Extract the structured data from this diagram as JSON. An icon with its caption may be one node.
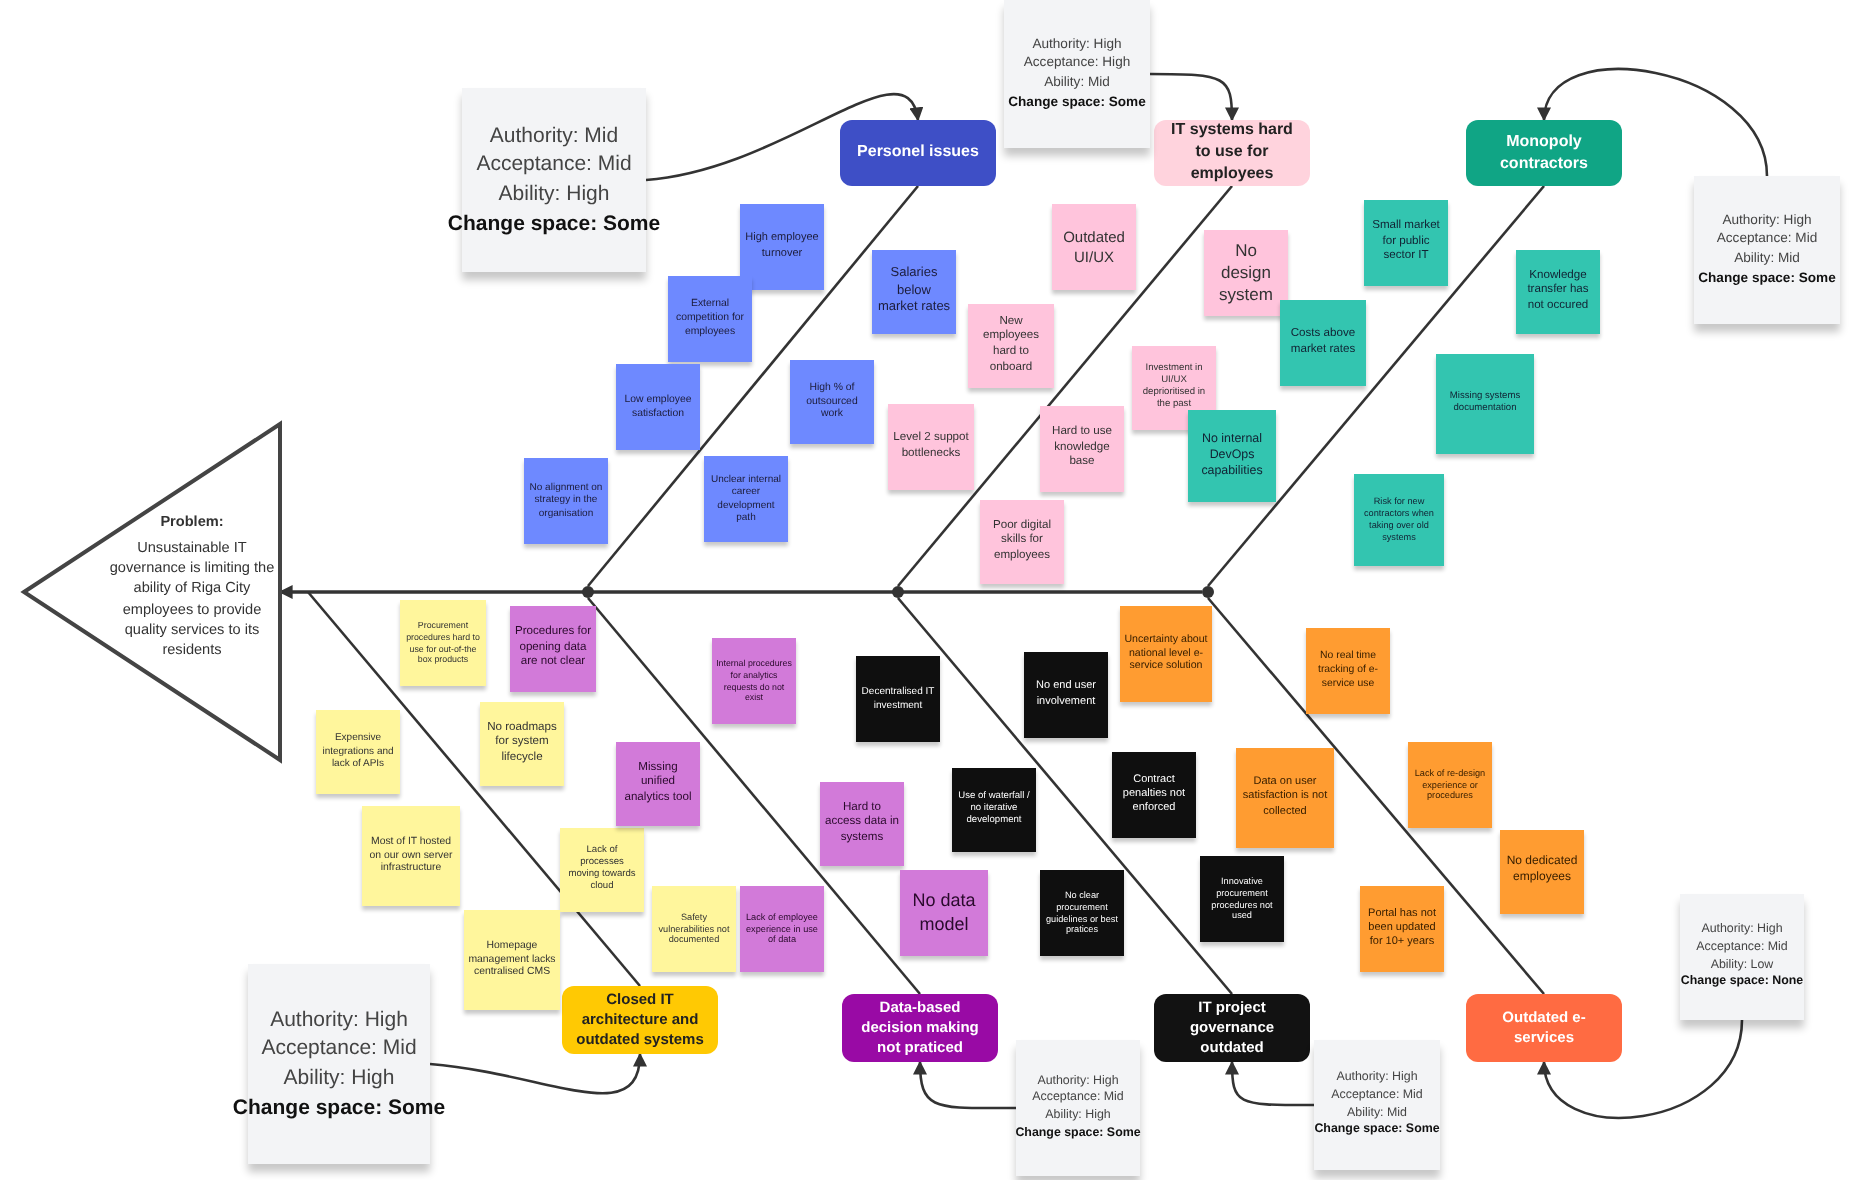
{
  "diagram": {
    "nodes": [
      {
        "text": [
          "Problem:",
          "Unsustainable IT governance is limiting the ability of Riga City employees to provide quality services to its residents"
        ]
      },
      {
        "text": [
          "Personel issues"
        ]
      },
      {
        "text": [
          "IT systems hard to use for employees"
        ]
      },
      {
        "text": [
          "Monopoly contractors"
        ]
      },
      {
        "text": [
          "Closed IT architecture and outdated systems"
        ]
      },
      {
        "text": [
          "Data-based decision making not praticed"
        ]
      },
      {
        "text": [
          "IT project governance outdated"
        ]
      },
      {
        "text": [
          "Outdated e-services"
        ]
      },
      {
        "text": [
          "Authority: Mid",
          "Acceptance: Mid",
          "Ability: High",
          "Change space: Some"
        ]
      },
      {
        "text": [
          "Authority: High",
          "Acceptance:  High",
          "Ability: Mid",
          "Change space: Some"
        ]
      },
      {
        "text": [
          "Authority: High",
          "Acceptance:  Mid",
          "Ability: Mid",
          "Change space: Some"
        ]
      },
      {
        "text": [
          "Authority: High",
          "Acceptance: Mid",
          "Ability: High",
          "Change space: Some"
        ]
      },
      {
        "text": [
          "Authority: High",
          "Acceptance: Mid",
          "Ability: High",
          "Change space: Some"
        ]
      },
      {
        "text": [
          "Authority: High",
          "Acceptance: Mid",
          "Ability: Mid",
          "Change space: Some"
        ]
      },
      {
        "text": [
          "Authority: High",
          "Acceptance: Mid",
          "Ability: Low",
          "Change space: None"
        ]
      },
      {
        "text": [
          "High employee turnover"
        ]
      },
      {
        "text": [
          "Salaries below market rates"
        ]
      },
      {
        "text": [
          "External competition for employees"
        ]
      },
      {
        "text": [
          "Low employee satisfaction"
        ]
      },
      {
        "text": [
          "High % of outsourced work"
        ]
      },
      {
        "text": [
          "No alignment on strategy in the organisation"
        ]
      },
      {
        "text": [
          "Unclear internal career development path"
        ]
      },
      {
        "text": [
          "Outdated UI/UX"
        ]
      },
      {
        "text": [
          "No design system"
        ]
      },
      {
        "text": [
          "New employees hard to onboard"
        ]
      },
      {
        "text": [
          "Investment in UI/UX deprioritised in the past"
        ]
      },
      {
        "text": [
          "Level 2 suppot bottlenecks"
        ]
      },
      {
        "text": [
          "Hard to use knowledge base"
        ]
      },
      {
        "text": [
          "Poor digital skills for employees"
        ]
      },
      {
        "text": [
          "Small market for public sector IT"
        ]
      },
      {
        "text": [
          "Knowledge transfer has not occured"
        ]
      },
      {
        "text": [
          "Costs above market rates"
        ]
      },
      {
        "text": [
          "Missing systems documentation"
        ]
      },
      {
        "text": [
          "No internal DevOps capabilities"
        ]
      },
      {
        "text": [
          "Risk for new contractors when taking over old systems"
        ]
      },
      {
        "text": [
          "Procurement procedures hard to use for out-of-the box products"
        ]
      },
      {
        "text": [
          "Expensive integrations and lack of APIs"
        ]
      },
      {
        "text": [
          "No roadmaps for system lifecycle"
        ]
      },
      {
        "text": [
          "Most of IT hosted on our own server infrastructure"
        ]
      },
      {
        "text": [
          "Lack of processes moving towards cloud"
        ]
      },
      {
        "text": [
          "Homepage management lacks centralised CMS"
        ]
      },
      {
        "text": [
          "Safety vulnerabilities not documented"
        ]
      },
      {
        "text": [
          "Procedures for opening data are not clear"
        ]
      },
      {
        "text": [
          "Internal procedures for analytics requests do not exist"
        ]
      },
      {
        "text": [
          "Missing unified analytics tool"
        ]
      },
      {
        "text": [
          "Hard to access data in systems"
        ]
      },
      {
        "text": [
          "No data model"
        ]
      },
      {
        "text": [
          "Lack of employee experience in use of data"
        ]
      },
      {
        "text": [
          "Decentralised IT investment"
        ]
      },
      {
        "text": [
          "No end user involvement"
        ]
      },
      {
        "text": [
          "Use of waterfall / no iterative development"
        ]
      },
      {
        "text": [
          "Contract penalties not enforced"
        ]
      },
      {
        "text": [
          "No clear procurement guidelines or best pratices"
        ]
      },
      {
        "text": [
          "Innovative procurement procedures not used"
        ]
      },
      {
        "text": [
          "Uncertainty about national level e-service solution"
        ]
      },
      {
        "text": [
          "No real time tracking of e-service use"
        ]
      },
      {
        "text": [
          "Data on user satisfaction is not collected"
        ]
      },
      {
        "text": [
          "Lack of re-design experience or procedures"
        ]
      },
      {
        "text": [
          "No dedicated employees"
        ]
      },
      {
        "text": [
          "Portal has not been updated for 10+ years"
        ]
      },
      {
        "text": [],
        "shape": "circle"
      },
      {
        "text": [],
        "shape": "circle"
      },
      {
        "text": [],
        "shape": "circle"
      }
    ],
    "edges": [
      {
        "from": 62,
        "to": 0,
        "arrow": "to"
      },
      {
        "from": 1,
        "to": 60,
        "arrow": "none"
      },
      {
        "from": 2,
        "to": 61,
        "arrow": "none"
      },
      {
        "from": 3,
        "to": 62,
        "arrow": "none"
      },
      {
        "from": 4,
        "to": null,
        "arrow": "none"
      },
      {
        "from": 5,
        "to": 60,
        "arrow": "none"
      },
      {
        "from": 6,
        "to": 61,
        "arrow": "none"
      },
      {
        "from": 7,
        "to": 62,
        "arrow": "none"
      },
      {
        "from": 8,
        "to": 1,
        "arrow": "to"
      },
      {
        "from": 9,
        "to": 2,
        "arrow": "to"
      },
      {
        "from": 10,
        "to": 3,
        "arrow": "to"
      },
      {
        "from": 11,
        "to": 4,
        "arrow": "to"
      },
      {
        "from": 12,
        "to": 5,
        "arrow": "to"
      },
      {
        "from": 13,
        "to": 6,
        "arrow": "to"
      },
      {
        "from": 14,
        "to": 7,
        "arrow": "to"
      }
    ]
  }
}
